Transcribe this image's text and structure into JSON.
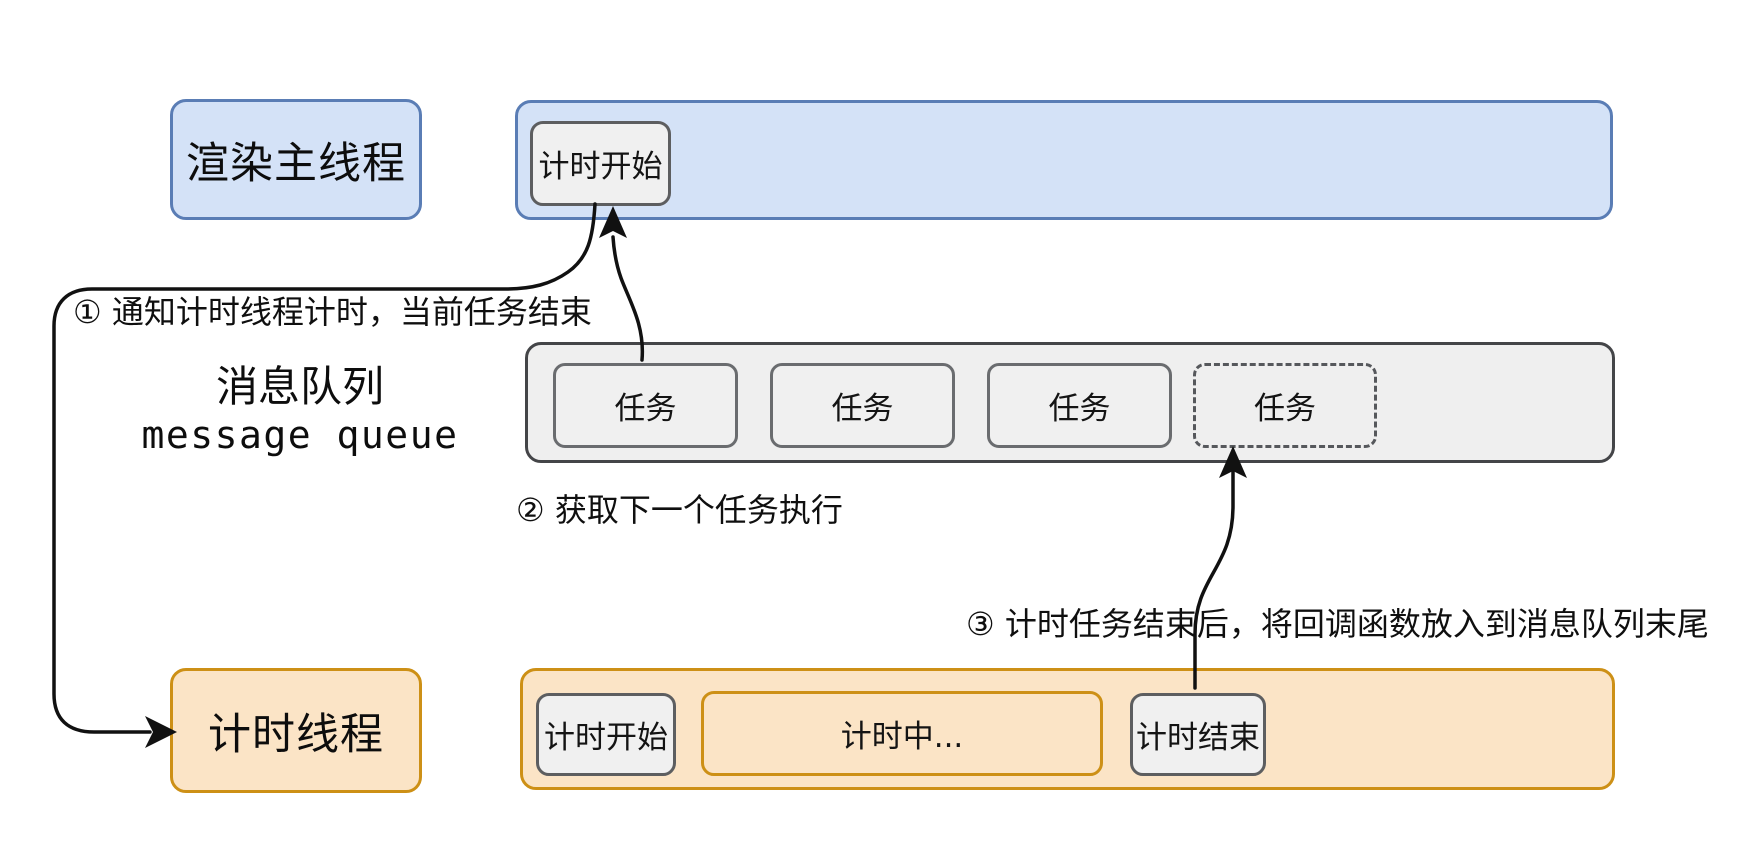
{
  "threads": {
    "render": {
      "label": "渲染主线程",
      "bar_chip": "计时开始"
    },
    "timer": {
      "label": "计时线程",
      "chips": {
        "start": "计时开始",
        "running": "计时中...",
        "end": "计时结束"
      }
    }
  },
  "queue": {
    "label_cn": "消息队列",
    "label_en": "message queue",
    "tasks": [
      {
        "label": "任务",
        "style": "solid"
      },
      {
        "label": "任务",
        "style": "solid"
      },
      {
        "label": "任务",
        "style": "solid"
      },
      {
        "label": "任务",
        "style": "dashed"
      }
    ]
  },
  "annotations": {
    "step1": "① 通知计时线程计时，当前任务结束",
    "step2": "② 获取下一个任务执行",
    "step3": "③ 计时任务结束后，将回调函数放入到消息队列末尾"
  },
  "colors": {
    "blue_fill": "#d4e2f7",
    "blue_border": "#5a7db5",
    "orange_fill": "#fbe4c6",
    "orange_border": "#cd9016",
    "gray_fill": "#f0f0f0",
    "gray_border": "#5d5e60",
    "queue_container_border": "#444548",
    "dashed_border": "#56585c",
    "arrow": "#111111",
    "text": "#111111",
    "background": "#ffffff"
  }
}
